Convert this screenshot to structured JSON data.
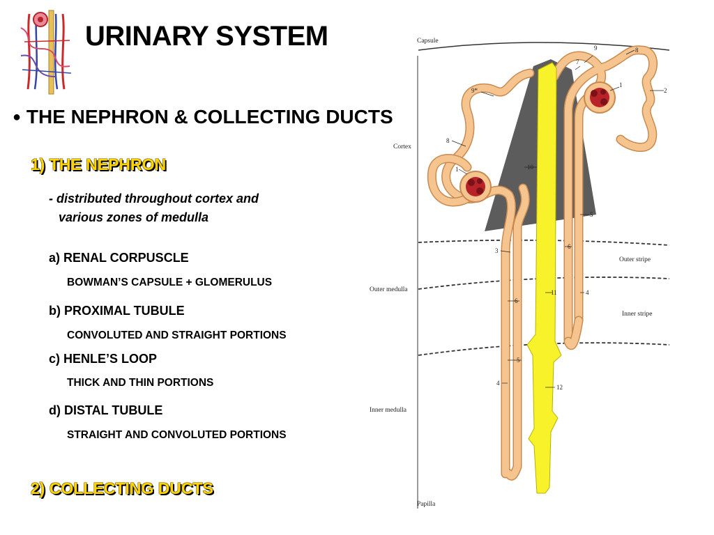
{
  "header": {
    "title": "URINARY SYSTEM"
  },
  "main": {
    "bullet_symbol": "●",
    "bullet_heading": "THE NEPHRON & COLLECTING DUCTS",
    "section1": {
      "heading": "1) THE NEPHRON",
      "description_line1": "- distributed throughout cortex and",
      "description_line2": "various zones of medulla",
      "items": [
        {
          "label": "a) RENAL CORPUSCLE",
          "detail": "BOWMAN’S CAPSULE + GLOMERULUS"
        },
        {
          "label": "b) PROXIMAL TUBULE",
          "detail": "CONVOLUTED AND STRAIGHT PORTIONS"
        },
        {
          "label": "c) HENLE’S LOOP",
          "detail": "THICK AND THIN PORTIONS"
        },
        {
          "label": "d) DISTAL TUBULE",
          "detail": "STRAIGHT AND CONVOLUTED PORTIONS"
        }
      ]
    },
    "section2": {
      "heading": "2) COLLECTING DUCTS"
    }
  },
  "diagram": {
    "region_labels": {
      "capsule": "Capsule",
      "cortex": "Cortex",
      "outer_stripe": "Outer stripe",
      "outer_medulla": "Outer medulla",
      "inner_stripe": "Inner stripe",
      "inner_medulla": "Inner medulla",
      "papilla": "Papilla"
    },
    "segment_numbers": {
      "n9_top": "9",
      "n8_top": "8",
      "n7": "7",
      "n1_right": "1",
      "n2": "2",
      "n9star": "9*",
      "n8_left": "8",
      "n1_left": "1",
      "n10": "10",
      "n5_cortex": "5",
      "n3": "3",
      "n6_upper": "6",
      "n6_lower": "6",
      "n11": "11",
      "n4_upper": "4",
      "n5_lower": "5",
      "n4_lower": "4",
      "n12": "12"
    },
    "colors": {
      "tubule_fill": "#f6c48f",
      "tubule_outline": "#c98a4f",
      "collecting_duct": "#f7f22a",
      "medullary_ray": "#4a4a4a",
      "glomerulus": "#b8232a"
    }
  }
}
